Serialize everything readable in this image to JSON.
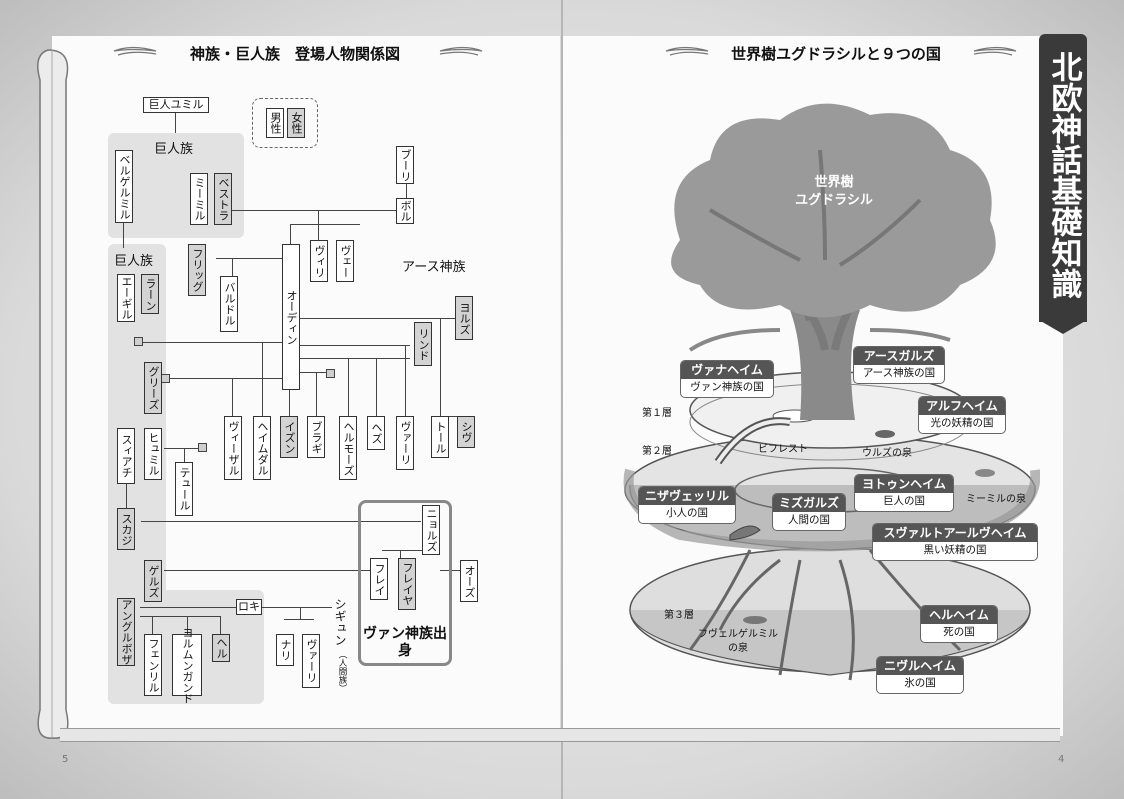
{
  "left_page": {
    "title": "神族・巨人族　登場人物関係図",
    "page_number": "5",
    "legend": {
      "male": "男性",
      "female": "女性"
    },
    "groups": {
      "giant_clan_1": "巨人族",
      "giant_clan_2": "巨人族",
      "aesir": "アース神族",
      "vanir_origin": "ヴァン神族出身"
    },
    "people": {
      "ymir": "巨人ユミル",
      "bergelmir": "ベルゲルミル",
      "mimir": "ミーミル",
      "bestla": "ベストラ",
      "buri": "ブーリ",
      "bor": "ボル",
      "frigg": "フリッグ",
      "baldr": "バルドル",
      "odin": "オーディン",
      "vili": "ヴィリ",
      "ve": "ヴェー",
      "aegir": "エーギル",
      "ran": "ラーン",
      "jord": "ヨルズ",
      "rind": "リンド",
      "gris": "グリーズ",
      "vidar": "ヴィーザル",
      "heimdall": "ヘイムダル",
      "idun": "イズン",
      "bragi": "ブラギ",
      "hermod": "ヘルモーズ",
      "hod": "ヘズ",
      "vali": "ヴァーリ",
      "thor": "トール",
      "sif": "シヴ",
      "skrymir": "スィアチ",
      "hymir": "ヒュミル",
      "tyr": "テュール",
      "skadi": "スカジ",
      "njord": "ニョルズ",
      "gerd": "ゲルズ",
      "freyr": "フレイ",
      "freyja": "フレイヤ",
      "od": "オーズ",
      "angrboda": "アングルボザ",
      "loki": "ロキ",
      "sigyn": "シギュン",
      "sigyn_note": "（人間族）",
      "fenrir": "フェンリル",
      "jormungandr": "ヨルムンガンド",
      "hel": "ヘル",
      "nari": "ナリ",
      "vali2": "ヴァーリ"
    }
  },
  "right_page": {
    "title": "世界樹ユグドラシルと９つの国",
    "page_number": "4",
    "sidebar": "北欧神話基礎知識",
    "tree_label": [
      "世界樹",
      "ユグドラシル"
    ],
    "levels": [
      "第１層",
      "第２層",
      "第３層"
    ],
    "features": {
      "bifrost": "ビフレスト",
      "urd": "ウルズの泉",
      "mimir_well": "ミーミルの泉",
      "hvergelmir": [
        "フヴェルゲルミル",
        "の泉"
      ]
    },
    "realms": [
      {
        "name": "ヴァナヘイム",
        "desc": "ヴァン神族の国"
      },
      {
        "name": "アースガルズ",
        "desc": "アース神族の国"
      },
      {
        "name": "アルフヘイム",
        "desc": "光の妖精の国"
      },
      {
        "name": "ニザヴェッリル",
        "desc": "小人の国"
      },
      {
        "name": "ヨトゥンヘイム",
        "desc": "巨人の国"
      },
      {
        "name": "ミズガルズ",
        "desc": "人間の国"
      },
      {
        "name": "スヴァルトアールヴヘイム",
        "desc": "黒い妖精の国"
      },
      {
        "name": "ヘルヘイム",
        "desc": "死の国"
      },
      {
        "name": "ニヴルヘイム",
        "desc": "氷の国"
      }
    ]
  }
}
